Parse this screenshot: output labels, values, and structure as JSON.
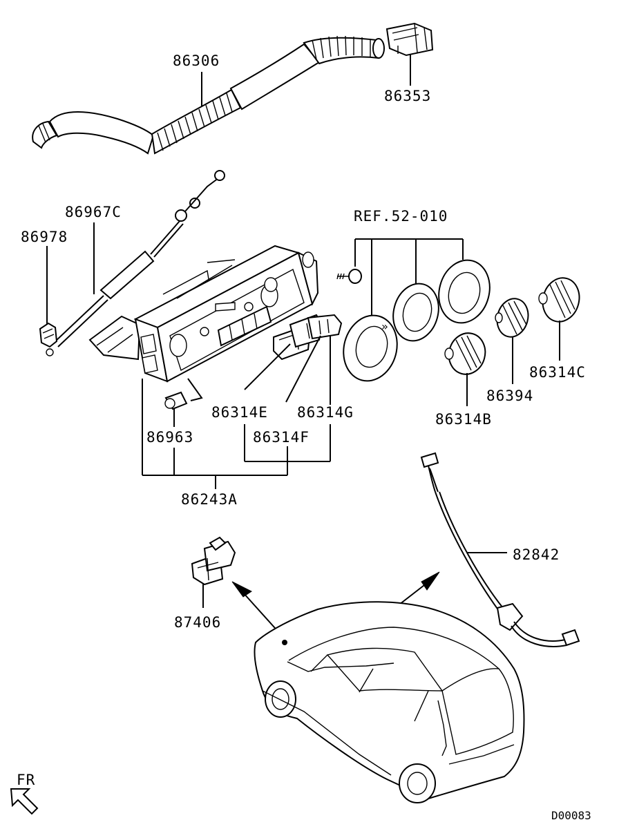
{
  "labels": {
    "p86306": "86306",
    "p86353": "86353",
    "p86967c": "86967C",
    "p86978": "86978",
    "ref": "REF.52-010",
    "p86314e": "86314E",
    "p86314g": "86314G",
    "p86314f": "86314F",
    "p86963": "86963",
    "p86243a": "86243A",
    "p86314b": "86314B",
    "p86394": "86394",
    "p86314c": "86314C",
    "p82842": "82842",
    "p87406": "87406",
    "fr": "FR",
    "diagram_id": "D00083"
  }
}
